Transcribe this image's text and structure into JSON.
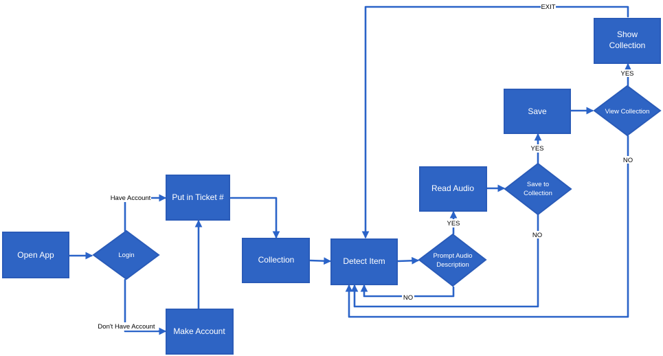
{
  "nodes": {
    "open_app": "Open App",
    "login": "Login",
    "put_ticket": "Put in Ticket #",
    "make_account": "Make Account",
    "collection": "Collection",
    "detect_item": "Detect Item",
    "prompt_audio_1": "Prompt Audio",
    "prompt_audio_2": "Description",
    "read_audio": "Read Audio",
    "save_to_collection_1": "Save to",
    "save_to_collection_2": "Collection",
    "save": "Save",
    "view_collection": "View Collection",
    "show_collection_1": "Show",
    "show_collection_2": "Collection"
  },
  "edge_labels": {
    "have_account": "Have Account",
    "dont_have_account": "Don't Have Account",
    "yes_prompt": "YES",
    "no_prompt": "NO",
    "yes_save_to": "YES",
    "no_save_to": "NO",
    "yes_view": "YES",
    "no_view": "NO",
    "exit": "EXIT"
  },
  "colors": {
    "shape_fill": "#2e64c4",
    "edge": "#2a63c8",
    "text_on_shape": "#ffffff"
  }
}
